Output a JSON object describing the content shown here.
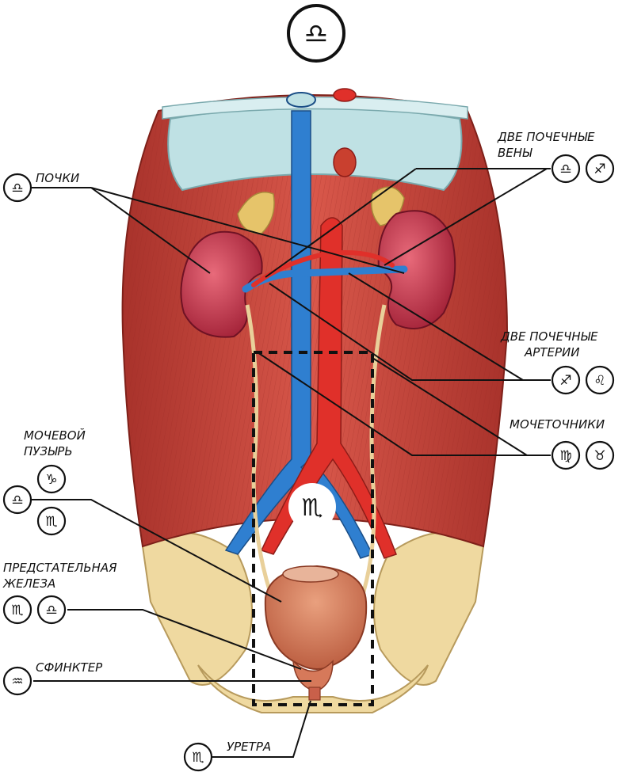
{
  "top_symbol": "♎",
  "center_symbol": "♏",
  "labels": {
    "kidneys": "ПОЧКИ",
    "renal_veins_1": "ДВЕ ПОЧЕЧНЫЕ",
    "renal_veins_2": "ВЕНЫ",
    "renal_arteries_1": "ДВЕ ПОЧЕЧНЫЕ",
    "renal_arteries_2": "АРТЕРИИ",
    "ureters": "МОЧЕТОЧНИКИ",
    "bladder_1": "МОЧЕВОЙ",
    "bladder_2": "ПУЗЫРЬ",
    "prostate_1": "ПРЕДСТАТЕЛЬНАЯ",
    "prostate_2": "ЖЕЛЕЗА",
    "sphincter": "СФИНКТЕР",
    "urethra": "УРЕТРА"
  },
  "symbols": {
    "kidneys": "♎",
    "renal_veins": [
      "♎",
      "♐"
    ],
    "renal_arteries": [
      "♐",
      "♌"
    ],
    "ureters": [
      "♍",
      "♉"
    ],
    "bladder": [
      "♑",
      "♎",
      "♏"
    ],
    "prostate": [
      "♏",
      "♎"
    ],
    "sphincter": "♒",
    "urethra": "♏"
  },
  "colors": {
    "vein": "#2f7fd0",
    "artery": "#e0302a",
    "muscle": "#c8463a",
    "bone": "#efd9a0",
    "kidney": "#b8283f",
    "bladder": "#d6795a"
  }
}
